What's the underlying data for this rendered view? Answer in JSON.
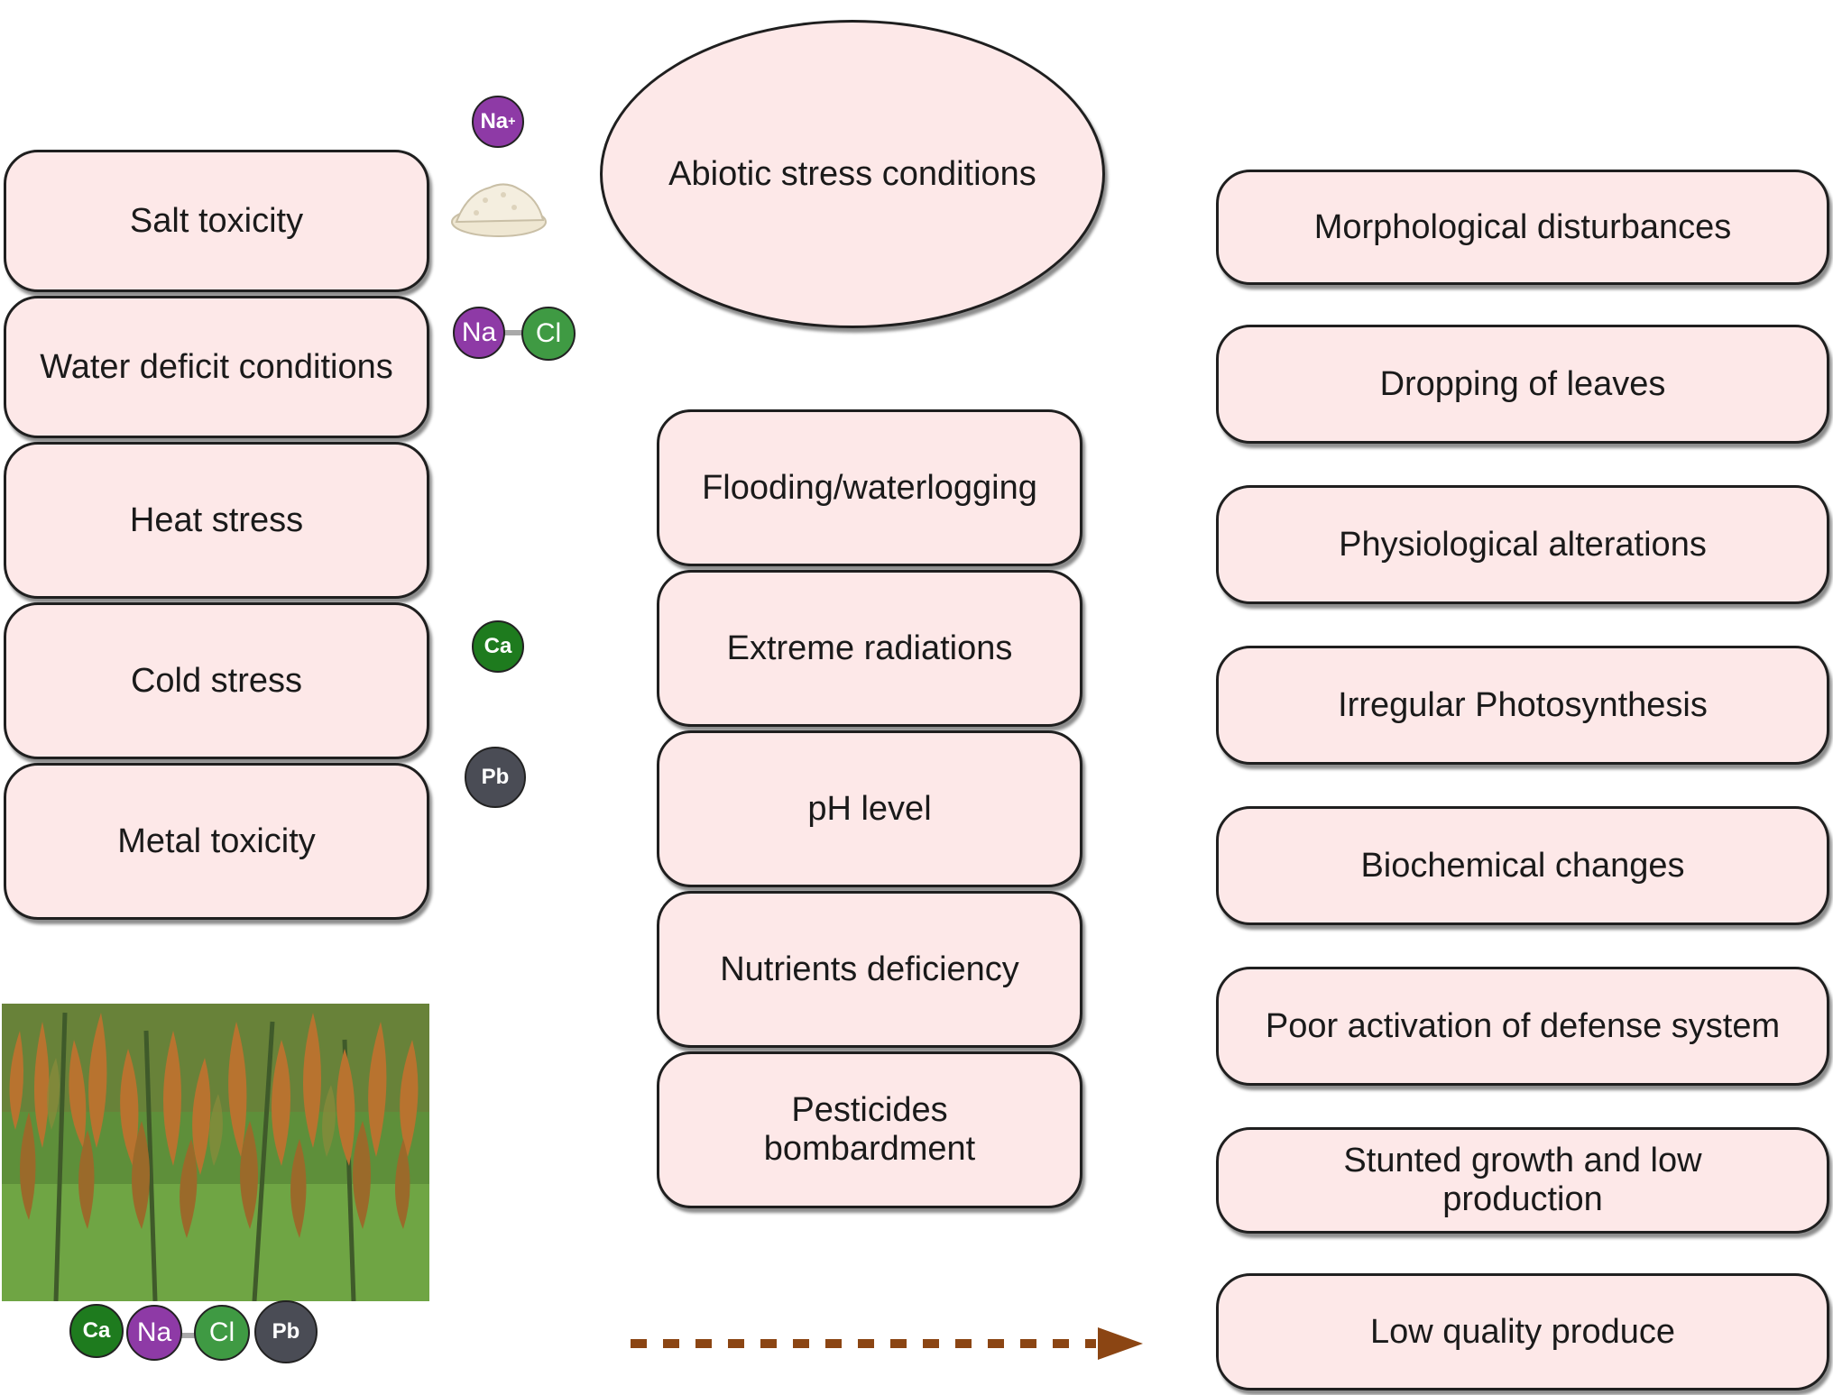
{
  "center": {
    "title": "Abiotic stress conditions"
  },
  "left_stresses": [
    {
      "label": "Salt toxicity"
    },
    {
      "label": "Water deficit conditions"
    },
    {
      "label": "Heat stress"
    },
    {
      "label": "Cold stress"
    },
    {
      "label": "Metal toxicity"
    }
  ],
  "middle_stresses": [
    {
      "label": "Flooding/waterlogging"
    },
    {
      "label": "Extreme radiations"
    },
    {
      "label": "pH level"
    },
    {
      "label": "Nutrients deficiency"
    },
    {
      "label": "Pesticides bombardment"
    }
  ],
  "effects": [
    {
      "label": "Morphological disturbances"
    },
    {
      "label": "Dropping of leaves"
    },
    {
      "label": "Physiological alterations"
    },
    {
      "label": "Irregular Photosynthesis"
    },
    {
      "label": "Biochemical changes"
    },
    {
      "label": "Poor activation of defense system"
    },
    {
      "label": "Stunted growth and low production"
    },
    {
      "label": "Low quality produce"
    }
  ],
  "ions": {
    "na_plus": "Na",
    "na_plus_charge": "+",
    "na": "Na",
    "cl": "Cl",
    "ca": "Ca",
    "pb": "Pb"
  },
  "colors": {
    "box_fill": "#fde8e8",
    "sodium": "#8e3aa6",
    "chlorine": "#3f9a43",
    "calcium": "#1e7b1e",
    "lead": "#4a4c55",
    "arrow": "#8b4513"
  }
}
